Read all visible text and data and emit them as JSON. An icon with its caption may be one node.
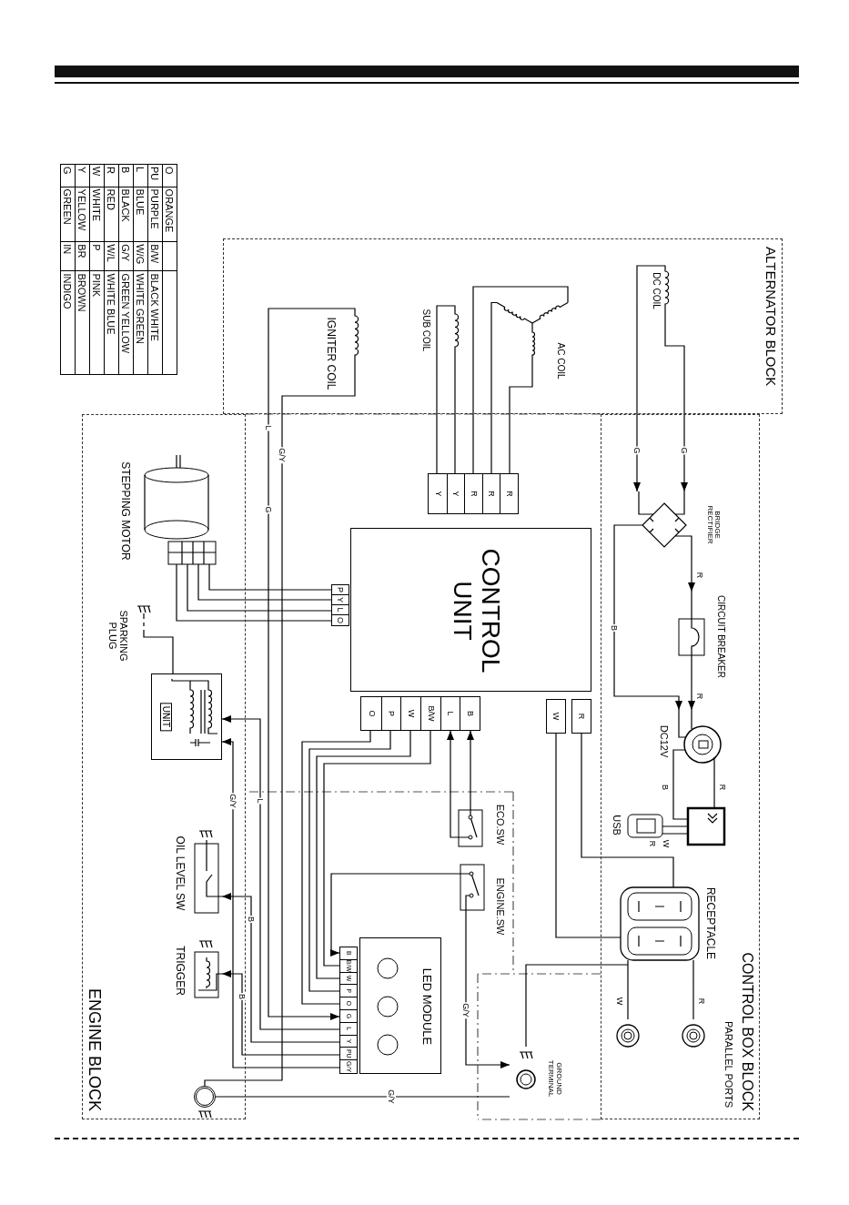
{
  "diagram": {
    "nodes": [
      {
        "text": [
          "ALTERNATOR BLOCK"
        ]
      },
      {
        "text": [
          "DC COIL"
        ],
        "in": 0
      },
      {
        "text": [
          "AC COIL"
        ],
        "in": 0
      },
      {
        "text": [
          "SUB COIL"
        ],
        "in": 0
      },
      {
        "text": [
          "IGNITER COIL"
        ],
        "in": 0
      },
      {
        "text": [
          "CONTROL BOX BLOCK"
        ]
      },
      {
        "text": [
          "BRIDGE RECTIFIER"
        ],
        "in": 5
      },
      {
        "text": [
          "CIRCUIT BREAKER"
        ],
        "in": 5
      },
      {
        "text": [
          "DC12V"
        ],
        "in": 5
      },
      {
        "text": [
          "USB"
        ],
        "in": 5
      },
      {
        "text": [
          "RECEPTACLE"
        ],
        "in": 5
      },
      {
        "text": [
          "PARALLEL PORTS"
        ],
        "in": 5
      },
      {
        "text": [
          "GROUND TERMINAL"
        ]
      },
      {
        "text": [
          "ECO.SW"
        ]
      },
      {
        "text": [
          "ENGINE.SW"
        ]
      },
      {
        "text": [
          "CONTROL UNIT"
        ]
      },
      {
        "text": [
          "Y",
          "Y",
          "R",
          "R",
          "R"
        ]
      },
      {
        "text": [
          "P",
          "Y",
          "L",
          "O"
        ]
      },
      {
        "text": [
          "O",
          "P",
          "W",
          "B/W",
          "L",
          "B"
        ]
      },
      {
        "text": [
          "W"
        ]
      },
      {
        "text": [
          "R"
        ]
      },
      {
        "text": [
          "LED MODULE"
        ]
      },
      {
        "text": [
          "B",
          "B/W",
          "W",
          "P",
          "O",
          "G",
          "L",
          "Y",
          "PU",
          "G/Y"
        ]
      },
      {
        "text": [
          "ENGINE BLOCK"
        ]
      },
      {
        "text": [
          "STEPPING MOTOR"
        ],
        "in": 23
      },
      {
        "text": [
          "SPARKING PLUG"
        ],
        "in": 23
      },
      {
        "text": [
          "UNIT"
        ],
        "in": 23
      },
      {
        "text": [
          "OIL LEVEL SW"
        ],
        "in": 23
      },
      {
        "text": [
          "TRIGGER"
        ],
        "in": 23
      },
      {
        "text": [],
        "shape": "circle",
        "in": 23
      }
    ],
    "edges": [
      {
        "from": 1,
        "to": 6,
        "arrow": "to",
        "label": "G"
      },
      {
        "from": 1,
        "to": 6,
        "arrow": "to",
        "label": "G"
      },
      {
        "from": 2,
        "to": 16,
        "arrow": "none"
      },
      {
        "from": 2,
        "to": 16,
        "arrow": "none"
      },
      {
        "from": 2,
        "to": 16,
        "arrow": "none"
      },
      {
        "from": 3,
        "to": 16,
        "arrow": "none"
      },
      {
        "from": 3,
        "to": 16,
        "arrow": "none"
      },
      {
        "from": 4,
        "to": 22,
        "arrow": "to",
        "label": "L"
      },
      {
        "from": 4,
        "to": 29,
        "arrow": "none",
        "label": "G/Y"
      },
      {
        "from": 6,
        "to": 7,
        "arrow": "to",
        "label": "R"
      },
      {
        "from": 7,
        "to": 8,
        "arrow": "to",
        "label": "R"
      },
      {
        "from": 6,
        "to": 8,
        "arrow": "to",
        "label": "B"
      },
      {
        "from": 8,
        "to": 9,
        "arrow": "none",
        "label": "R"
      },
      {
        "from": 8,
        "to": 9,
        "arrow": "none",
        "label": "B"
      },
      {
        "from": 20,
        "to": 10,
        "arrow": "none"
      },
      {
        "from": 19,
        "to": 10,
        "arrow": "none"
      },
      {
        "from": 10,
        "to": 11,
        "arrow": "none",
        "label": "R"
      },
      {
        "from": 10,
        "to": 11,
        "arrow": "none",
        "label": "W"
      },
      {
        "from": 10,
        "to": 12,
        "arrow": "none"
      },
      {
        "from": 14,
        "to": 12,
        "arrow": "to",
        "label": "G/Y"
      },
      {
        "from": 29,
        "to": 12,
        "arrow": "none",
        "label": "G/Y"
      },
      {
        "from": 13,
        "to": 18,
        "arrow": "to"
      },
      {
        "from": 13,
        "to": 18,
        "arrow": "to"
      },
      {
        "from": 18,
        "to": 22,
        "arrow": "none"
      },
      {
        "from": 18,
        "to": 22,
        "arrow": "none"
      },
      {
        "from": 18,
        "to": 22,
        "arrow": "none"
      },
      {
        "from": 18,
        "to": 22,
        "arrow": "none"
      },
      {
        "from": 14,
        "to": 22,
        "arrow": "to"
      },
      {
        "from": 17,
        "to": 24,
        "arrow": "none"
      },
      {
        "from": 17,
        "to": 24,
        "arrow": "none"
      },
      {
        "from": 17,
        "to": 24,
        "arrow": "none"
      },
      {
        "from": 17,
        "to": 24,
        "arrow": "none"
      },
      {
        "from": 26,
        "to": 25,
        "arrow": "none"
      },
      {
        "from": 22,
        "to": 26,
        "arrow": "to",
        "label": "L"
      },
      {
        "from": 22,
        "to": 26,
        "arrow": "to",
        "label": "G/Y"
      },
      {
        "from": 22,
        "to": 27,
        "arrow": "to",
        "label": "B"
      },
      {
        "from": 22,
        "to": 28,
        "arrow": "to",
        "label": "B"
      }
    ],
    "labels": [
      "O",
      "ORANGE",
      "PU",
      "PURPLE",
      "B/W",
      "BLACK WHITE",
      "L",
      "BLUE",
      "W/G",
      "WHITE GREEN",
      "B",
      "BLACK",
      "G/Y",
      "GREEN YELLOW",
      "R",
      "RED",
      "W/L",
      "WHITE BLUE",
      "W",
      "WHITE",
      "P",
      "PINK",
      "Y",
      "YELLOW",
      "BR",
      "BROWN",
      "G",
      "GREEN",
      "IN",
      "INDIGO",
      "G",
      "W",
      "R"
    ]
  }
}
